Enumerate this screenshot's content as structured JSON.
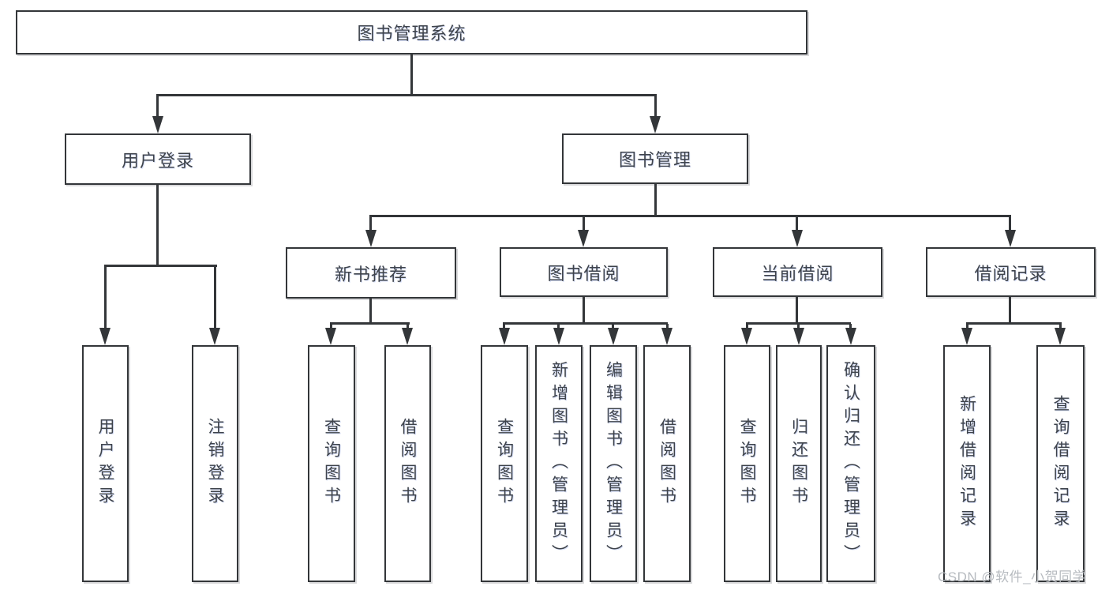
{
  "diagram": {
    "root": {
      "label": "图书管理系统"
    },
    "branches": {
      "user": {
        "label": "用户登录",
        "children": [
          "用户登录",
          "注销登录"
        ]
      },
      "book": {
        "label": "图书管理",
        "sections": {
          "new": {
            "label": "新书推荐",
            "children": [
              "查询图书",
              "借阅图书"
            ]
          },
          "borrow": {
            "label": "图书借阅",
            "children": [
              "查询图书",
              "新增图书（管理员）",
              "编辑图书（管理员）",
              "借阅图书"
            ]
          },
          "current": {
            "label": "当前借阅",
            "children": [
              "查询图书",
              "归还图书",
              "确认归还（管理员）"
            ]
          },
          "records": {
            "label": "借阅记录",
            "children": [
              "新增借阅记录",
              "查询借阅记录"
            ]
          }
        }
      }
    }
  },
  "watermark": {
    "text": "CSDN @软件_小贺同学"
  },
  "colors": {
    "line": "#333639",
    "text": "#3e434b",
    "watermark": "#b7bbc0",
    "bg": "#ffffff"
  }
}
